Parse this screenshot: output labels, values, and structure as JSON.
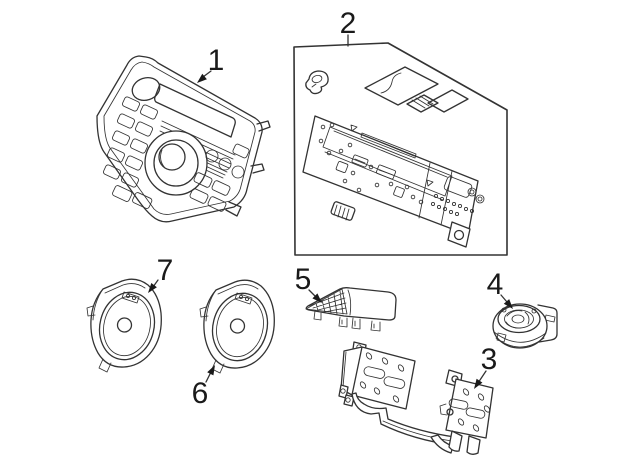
{
  "colors": {
    "background": "#ffffff",
    "line": "#333333",
    "label": "#1a1a1a"
  },
  "callouts": [
    {
      "number": "1",
      "part": "radio-head-unit"
    },
    {
      "number": "2",
      "part": "tuner-chassis-in-carton"
    },
    {
      "number": "3",
      "part": "mounting-bracket-pair"
    },
    {
      "number": "4",
      "part": "tweeter-speaker"
    },
    {
      "number": "5",
      "part": "lid-pocket"
    },
    {
      "number": "6",
      "part": "door-speaker-right"
    },
    {
      "number": "7",
      "part": "door-speaker-left"
    }
  ]
}
